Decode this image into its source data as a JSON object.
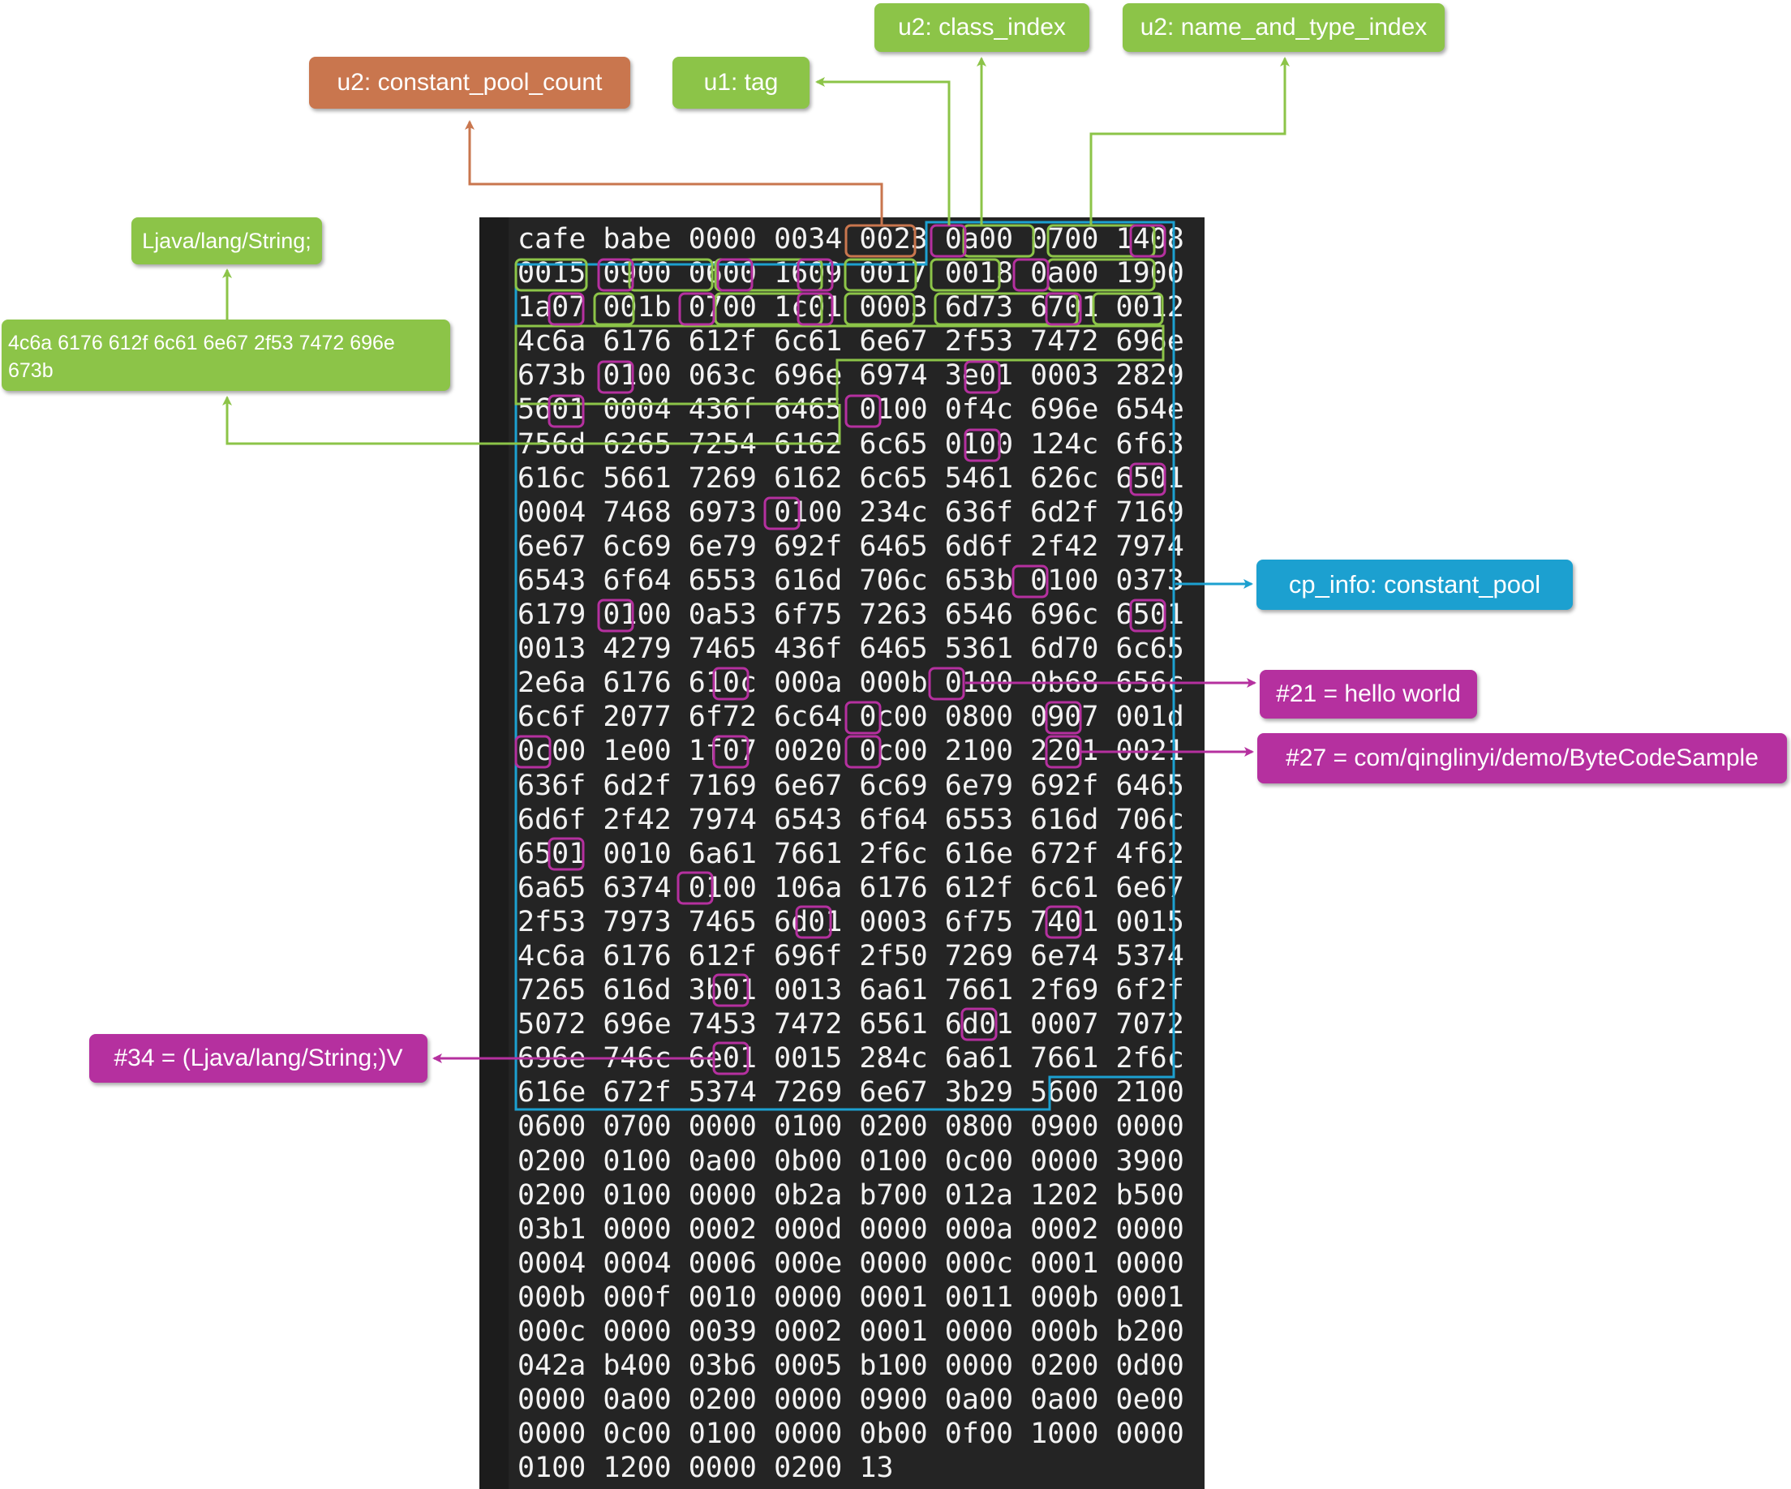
{
  "labels": {
    "class_index": "u2: class_index",
    "name_and_type_index": "u2: name_and_type_index",
    "constant_pool_count": "u2: constant_pool_count",
    "tag": "u1: tag",
    "string_descriptor": "Ljava/lang/String;",
    "string_hex": "4c6a 6176 612f 6c61 6e67 2f53 7472 696e 673b",
    "cp_info": "cp_info: constant_pool",
    "entry_21": "#21 = hello world",
    "entry_27": "#27 = com/qinglinyi/demo/ByteCodeSample",
    "entry_34": "#34 = (Ljava/lang/String;)V"
  },
  "colors": {
    "green": "#8cc448",
    "orange": "#c9764e",
    "blue": "#1ca0d0",
    "magenta": "#b5309f",
    "panel": "#242424",
    "hex_text": "#f2f2f2"
  },
  "hex_lines": [
    "cafe babe 0000 0034 0023 0a00 0700 1408",
    "0015 0900 0600 1609 0017 0018 0a00 1900",
    "1a07 001b 0700 1c01 0003 6d73 6701 0012",
    "4c6a 6176 612f 6c61 6e67 2f53 7472 696e",
    "673b 0100 063c 696e 6974 3e01 0003 2829",
    "5601 0004 436f 6465 0100 0f4c 696e 654e",
    "756d 6265 7254 6162 6c65 0100 124c 6f63",
    "616c 5661 7269 6162 6c65 5461 626c 6501",
    "0004 7468 6973 0100 234c 636f 6d2f 7169",
    "6e67 6c69 6e79 692f 6465 6d6f 2f42 7974",
    "6543 6f64 6553 616d 706c 653b 0100 0373",
    "6179 0100 0a53 6f75 7263 6546 696c 6501",
    "0013 4279 7465 436f 6465 5361 6d70 6c65",
    "2e6a 6176 610c 000a 000b 0100 0b68 656c",
    "6c6f 2077 6f72 6c64 0c00 0800 0907 001d",
    "0c00 1e00 1f07 0020 0c00 2100 2201 0021",
    "636f 6d2f 7169 6e67 6c69 6e79 692f 6465",
    "6d6f 2f42 7974 6543 6f64 6553 616d 706c",
    "6501 0010 6a61 7661 2f6c 616e 672f 4f62",
    "6a65 6374 0100 106a 6176 612f 6c61 6e67",
    "2f53 7973 7465 6d01 0003 6f75 7401 0015",
    "4c6a 6176 612f 696f 2f50 7269 6e74 5374",
    "7265 616d 3b01 0013 6a61 7661 2f69 6f2f",
    "5072 696e 7453 7472 6561 6d01 0007 7072",
    "696e 746c 6e01 0015 284c 6a61 7661 2f6c",
    "616e 672f 5374 7269 6e67 3b29 5600 2100",
    "0600 0700 0000 0100 0200 0800 0900 0000",
    "0200 0100 0a00 0b00 0100 0c00 0000 3900",
    "0200 0100 0000 0b2a b700 012a 1202 b500",
    "03b1 0000 0002 000d 0000 000a 0002 0000",
    "0004 0004 0006 000e 0000 000c 0001 0000",
    "000b 000f 0010 0000 0001 0011 000b 0001",
    "000c 0000 0039 0002 0001 0000 000b b200",
    "042a b400 03b6 0005 b100 0000 0200 0d00",
    "0000 0a00 0200 0000 0900 0a00 0a00 0e00",
    "0000 0c00 0100 0000 0b00 0f00 1000 0000",
    "0100 1200 0000 0200 13"
  ]
}
